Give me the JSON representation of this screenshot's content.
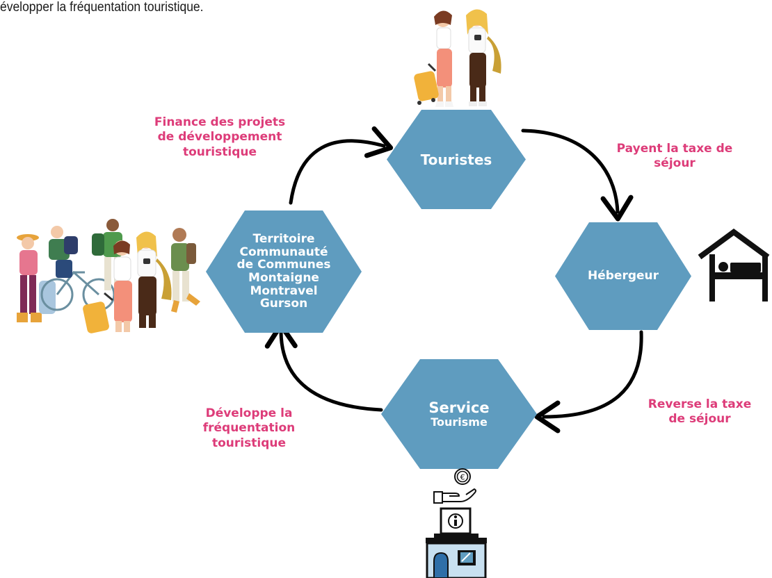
{
  "intro_text": "évelopper  la  fréquentation  touristique.",
  "nodes": {
    "touristes": "Touristes",
    "hebergeur": "Hébergeur",
    "service": {
      "line1": "Service",
      "line2": "Tourisme"
    },
    "territoire": [
      "Territoire",
      "Communauté",
      "de Communes",
      "Montaigne",
      "Montravel",
      "Gurson"
    ]
  },
  "edges": {
    "finance": [
      "Finance des projets",
      "de développement",
      "touristique"
    ],
    "payent": [
      "Payent la taxe de",
      "séjour"
    ],
    "reverse": [
      "Reverse la taxe",
      "de séjour"
    ],
    "developpe": [
      "Développe la",
      "fréquentation",
      "touristique"
    ]
  },
  "colors": {
    "hexagon": "#5f9cbf",
    "label": "#dd3c79",
    "arrow": "#000000"
  },
  "icons": [
    "couple-tourists-illustration",
    "group-tourists-illustration",
    "bed-house-icon",
    "euro-coin-icon",
    "hand-icon",
    "info-kiosk-icon"
  ]
}
